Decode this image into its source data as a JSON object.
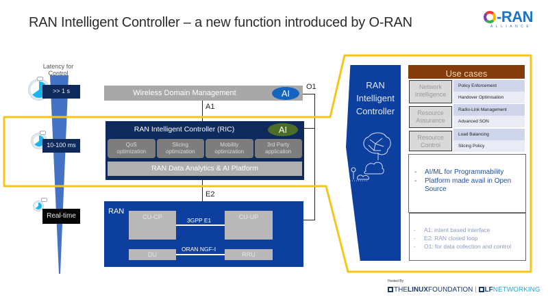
{
  "title": "RAN Intelligent Controller – a new function introduced by O-RAN",
  "logo": {
    "main_suffix": "-RAN",
    "sub": "ALLIANCE"
  },
  "latency": {
    "label": "Latency      for Control",
    "levels": [
      {
        "label": ">> 1 s"
      },
      {
        "label": "10-100 ms"
      },
      {
        "label": "Real-time"
      }
    ]
  },
  "left_diagram": {
    "wdm": {
      "label": "Wireless Domain Management",
      "ai": "AI"
    },
    "interfaces": {
      "o1": "O1",
      "a1": "A1",
      "e2": "E2"
    },
    "ric": {
      "title": "RAN Intelligent Controller (RIC)",
      "ai": "AI",
      "apps": [
        {
          "line1": "QoS",
          "line2": "optimization"
        },
        {
          "line1": "Slicing",
          "line2": "optimization"
        },
        {
          "line1": "Mobility",
          "line2": "optimization"
        },
        {
          "line1": "3rd Party",
          "line2": "application"
        }
      ],
      "platform": "RAN Data Analytics & AI Platform"
    },
    "ran": {
      "label": "RAN",
      "cu_cp": "CU-CP",
      "cu_up": "CU-UP",
      "du": "DU",
      "rru": "RRU",
      "link_e1": "3GPP E1",
      "link_ngf": "ORAN NGF-I"
    }
  },
  "right_panel": {
    "title": "RAN Intelligent Controller",
    "use_cases_header": "Use cases",
    "categories": [
      {
        "name_line1": "Network",
        "name_line2": "Intelligence",
        "items": [
          "Policy Enforcement",
          "Handover Optimisation"
        ]
      },
      {
        "name_line1": "Resource",
        "name_line2": "Assurance",
        "items": [
          "Radio-Link Management",
          "Advanced SON"
        ]
      },
      {
        "name_line1": "Resource",
        "name_line2": "Control",
        "items": [
          "Load Balancing",
          "Slicing Policy"
        ]
      }
    ],
    "ai_bullets": [
      "AI/ML for Programmability",
      "Platform made avail in Open Source"
    ],
    "interface_bullets": [
      "A1: intent based interface",
      "E2: RAN closed loop",
      "O1: for data collection and control"
    ],
    "bullet_marker": "-"
  },
  "footer": {
    "hosted_by": "Hosted By",
    "the": "THE",
    "linux": "LINUX",
    "foundation": "FOUNDATION",
    "separator": "|",
    "lf": "LF",
    "networking": "NETWORKING"
  },
  "colors": {
    "highlight_outline": "#f5c518",
    "navy": "#0f2a5c",
    "ran_blue": "#0d3f9f",
    "use_case_header": "#843c0c"
  }
}
